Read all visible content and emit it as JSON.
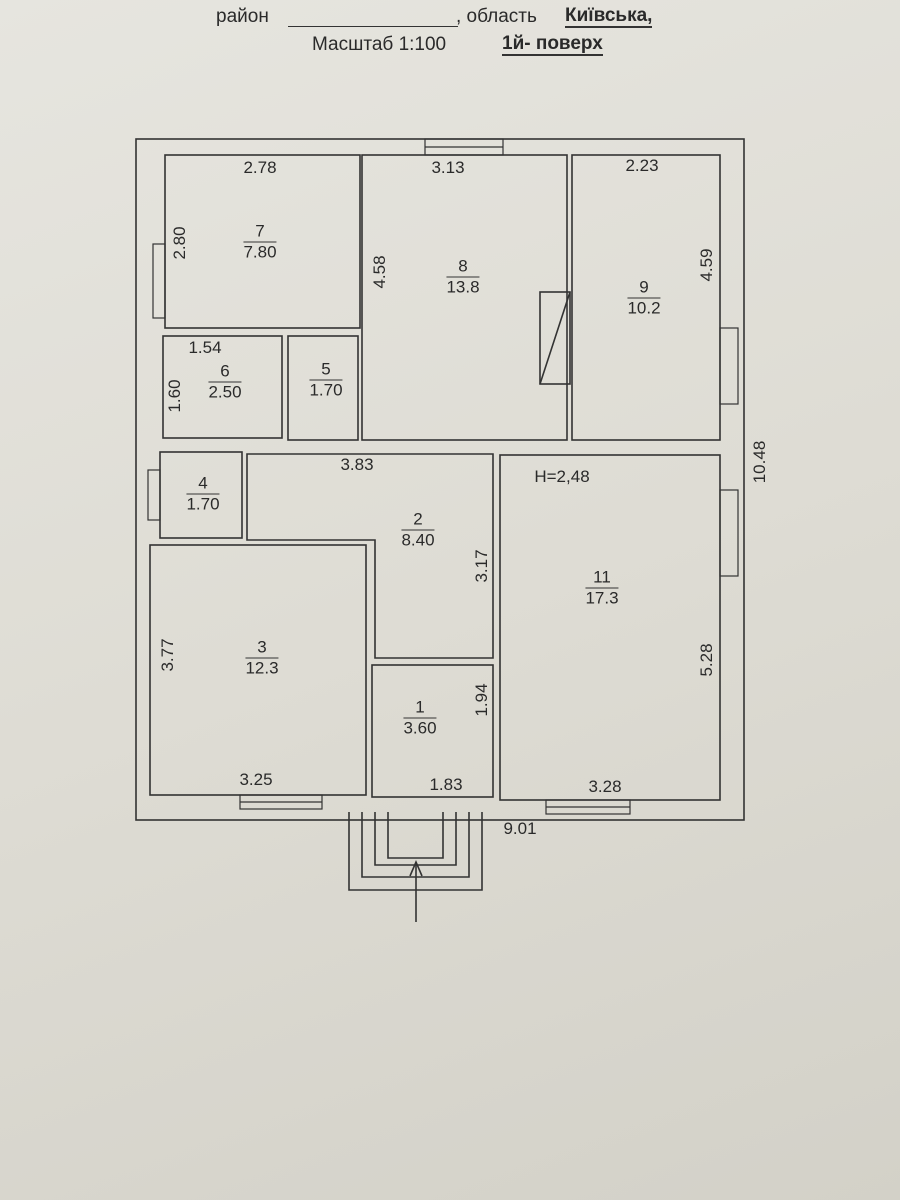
{
  "header": {
    "district_label": "район",
    "region_label": ", область",
    "region_value": "Київська,",
    "scale_label": "Масштаб  1:100",
    "floor_label": "1й- поверх"
  },
  "plan": {
    "ceiling_height": "H=2,48",
    "total_width": "9.01",
    "total_length": "10.48",
    "rooms": [
      {
        "number": "1",
        "area": "3.60",
        "dims": [
          "1.83",
          "1.94"
        ]
      },
      {
        "number": "2",
        "area": "8.40",
        "dims": [
          "3.83",
          "3.17"
        ]
      },
      {
        "number": "3",
        "area": "12.3",
        "dims": [
          "3.25",
          "3.77"
        ]
      },
      {
        "number": "4",
        "area": "1.70",
        "dims": []
      },
      {
        "number": "5",
        "area": "1.70",
        "dims": []
      },
      {
        "number": "6",
        "area": "2.50",
        "dims": [
          "1.54",
          "1.60"
        ]
      },
      {
        "number": "7",
        "area": "7.80",
        "dims": [
          "2.78",
          "2.80"
        ]
      },
      {
        "number": "8",
        "area": "13.8",
        "dims": [
          "3.13",
          "4.58"
        ]
      },
      {
        "number": "9",
        "area": "10.2",
        "dims": [
          "2.23",
          "4.59"
        ]
      },
      {
        "number": "11",
        "area": "17.3",
        "dims": [
          "3.28",
          "5.28"
        ]
      }
    ]
  }
}
